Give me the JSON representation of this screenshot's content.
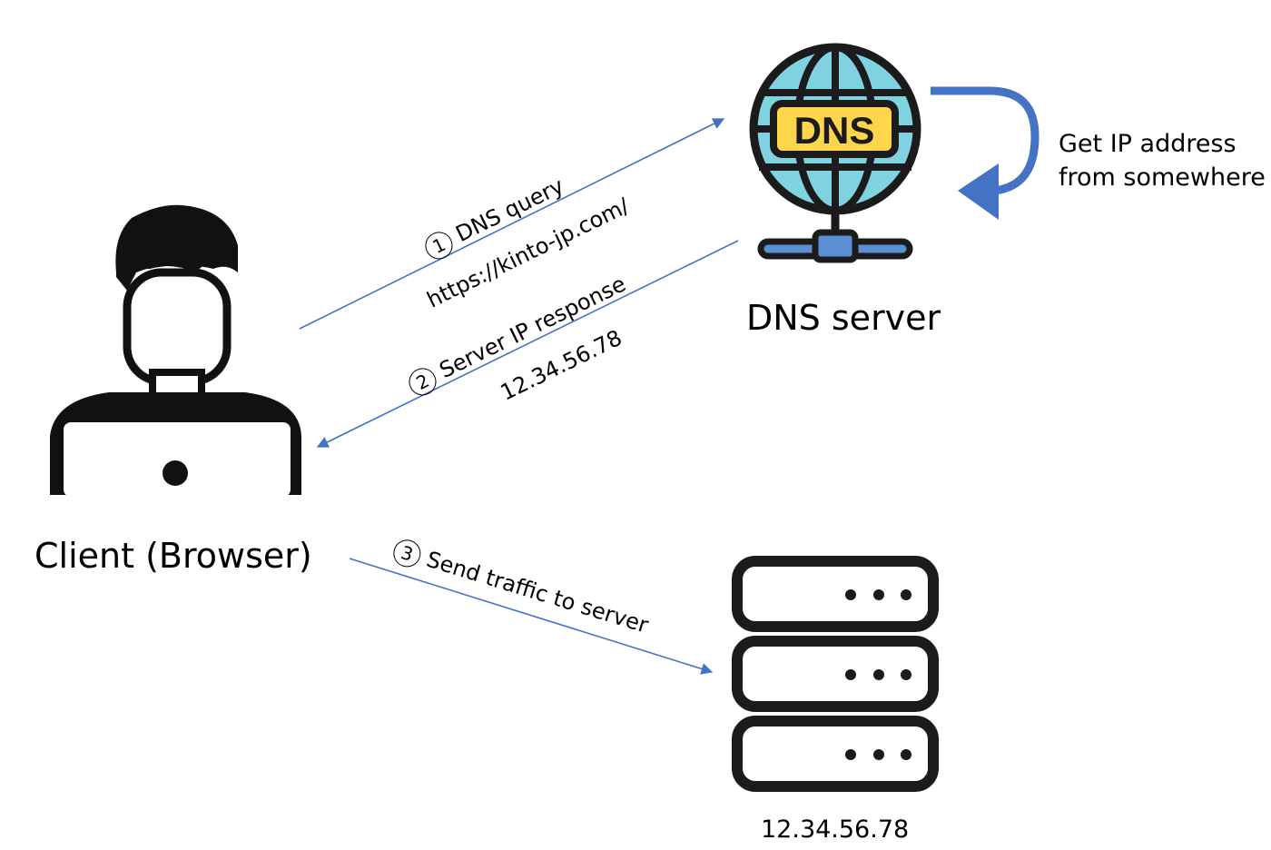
{
  "client": {
    "label": "Client (Browser)",
    "icon": "user-laptop-icon"
  },
  "dns_server": {
    "label": "DNS server",
    "badge": "DNS",
    "icon": "dns-globe-icon"
  },
  "lookup_note": {
    "line1": "Get IP address",
    "line2": "from somewhere"
  },
  "steps": [
    {
      "number": "1",
      "title": "DNS query",
      "detail": "https://kinto-jp.com/"
    },
    {
      "number": "2",
      "title": "Server IP response",
      "detail": "12.34.56.78"
    },
    {
      "number": "3",
      "title": "Send traffic to server"
    }
  ],
  "web_server": {
    "ip_label": "12.34.56.78",
    "icon": "server-rack-icon"
  },
  "colors": {
    "arrow": "#4472c4",
    "loop_arrow": "#4472c4",
    "globe_fill": "#7fd3e0",
    "badge_fill": "#ffd54a",
    "server_base": "#5b8fd4",
    "outline": "#1b1b1b"
  }
}
